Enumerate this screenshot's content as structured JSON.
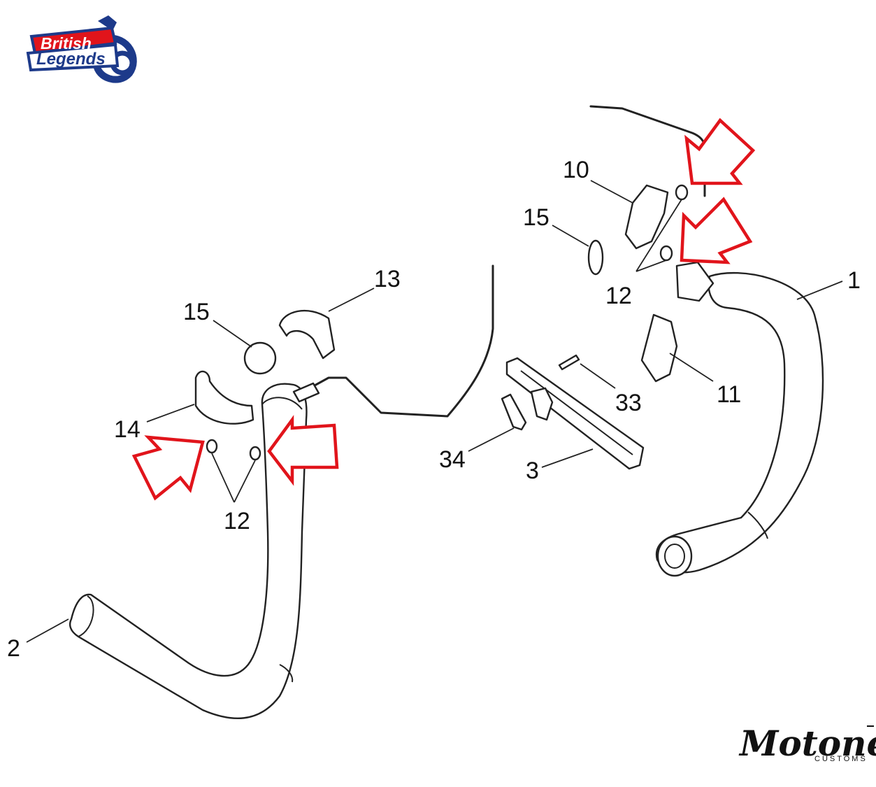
{
  "logos": {
    "top_left": {
      "line1": "British",
      "line2": "Legends",
      "color_red": "#e1141b",
      "color_blue": "#1d3a8a"
    },
    "bottom_right": {
      "script": "Motone",
      "sub": "CUSTOMS"
    }
  },
  "colors": {
    "arrow": "#e1141b",
    "line": "#222222"
  },
  "labels": {
    "p1": "1",
    "p2": "2",
    "p3": "3",
    "p10": "10",
    "p11": "11",
    "p12_left": "12",
    "p12_right": "12",
    "p13": "13",
    "p14": "14",
    "p15_left": "15",
    "p15_right": "15",
    "p33": "33",
    "p34": "34"
  },
  "highlights": [
    {
      "name": "arrow-top-right",
      "points_to": "12"
    },
    {
      "name": "arrow-mid-right",
      "points_to": "12"
    },
    {
      "name": "arrow-left-a",
      "points_to": "12"
    },
    {
      "name": "arrow-left-b",
      "points_to": "12"
    }
  ]
}
